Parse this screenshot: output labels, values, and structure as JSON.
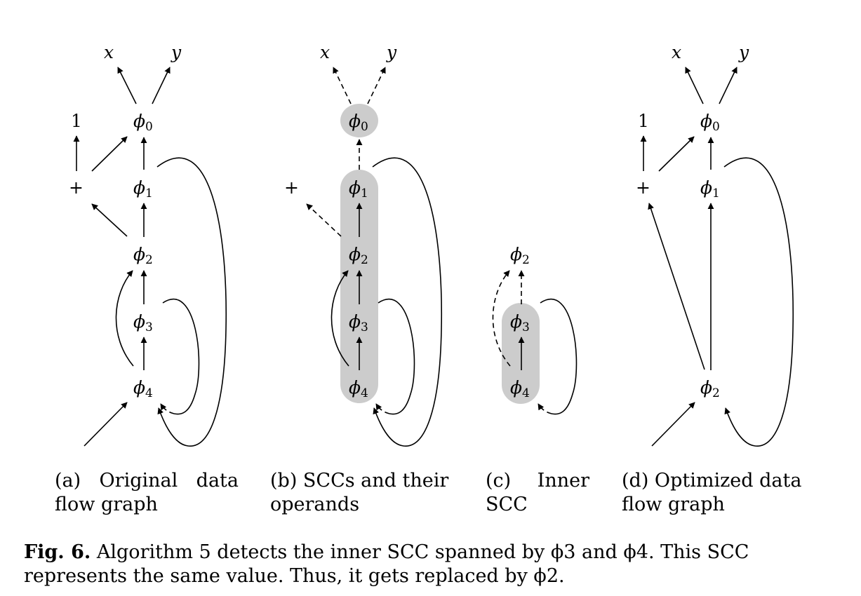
{
  "nodes": {
    "x": "x",
    "y": "y",
    "one": "1",
    "plus": "+",
    "phi": "ϕ",
    "sub0": "0",
    "sub1": "1",
    "sub2": "2",
    "sub3": "3",
    "sub4": "4"
  },
  "subcaptions": {
    "a": "(a) Original data flow graph",
    "b": "(b) SCCs and their operands",
    "c": "(c) Inner SCC",
    "d": "(d) Optimized data flow graph"
  },
  "figure_caption": {
    "label": "Fig. 6.",
    "text": "Algorithm 5 detects the inner SCC spanned by ϕ3 and ϕ4. This SCC represents the same value. Thus, it gets replaced by ϕ2."
  },
  "colors": {
    "highlight": "#cccccc",
    "ink": "#000000"
  }
}
